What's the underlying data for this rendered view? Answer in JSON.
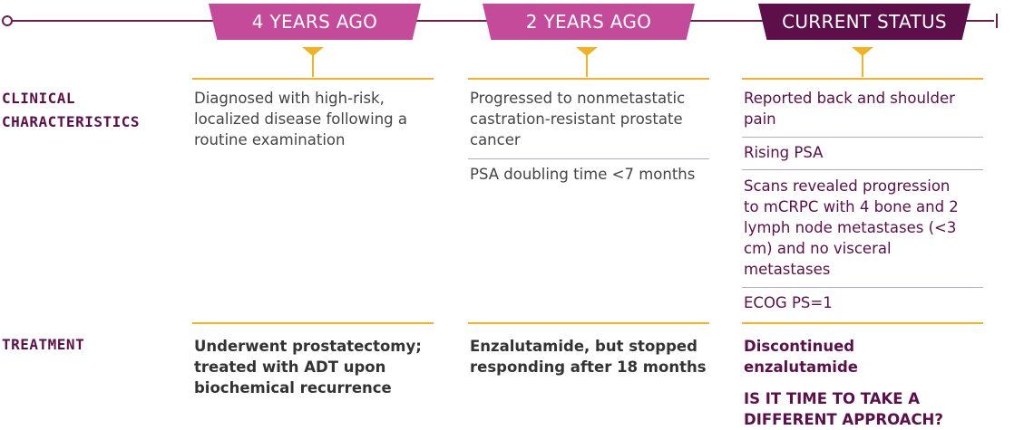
{
  "timeline": {
    "stages": [
      {
        "label": "4 YEARS AGO"
      },
      {
        "label": "2 YEARS AGO"
      },
      {
        "label": "CURRENT STATUS"
      }
    ]
  },
  "rows": {
    "clinical_label_line1": "CLINICAL",
    "clinical_label_line2": "CHARACTERISTICS",
    "treatment_label": "TREATMENT"
  },
  "clinical": {
    "col1": {
      "text": "Diagnosed with high-risk, localized disease following a routine examination"
    },
    "col2": {
      "item1": "Progressed to nonmetastatic castration-resistant prostate cancer",
      "item2": "PSA doubling time <7 months"
    },
    "col3": {
      "item1": "Reported back and shoulder pain",
      "item2": "Rising PSA",
      "item3": "Scans revealed progression to mCRPC with 4 bone and 2 lymph node metastases (<3 cm) and no visceral metastases",
      "item4": "ECOG PS=1"
    }
  },
  "treatment": {
    "col1": "Underwent prostatectomy; treated with ADT upon biochemical recurrence",
    "col2": "Enzalutamide, but stopped responding after 18 months",
    "col3_line1": "Discontinued enzalutamide",
    "col3_line2": "IS IT TIME TO TAKE A DIFFERENT APPROACH?"
  },
  "colors": {
    "pink": "#c44a9a",
    "plum": "#5c0f48",
    "gold": "#f0b323"
  }
}
